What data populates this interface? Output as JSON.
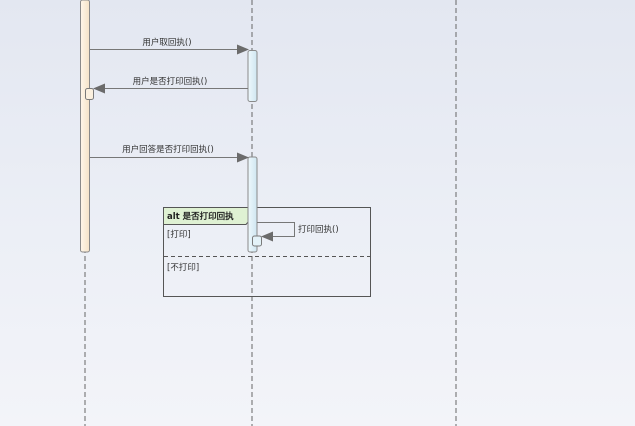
{
  "messages": {
    "m1": "用户取回执()",
    "m2": "用户是否打印回执()",
    "m3": "用户回答是否打印回执()",
    "m4": "打印回执()"
  },
  "alt_frame": {
    "title": "alt 是否打印回执",
    "guard_print": "[打印]",
    "guard_no_print": "[不打印]"
  },
  "colors": {
    "activation_user": "#fbeedd",
    "activation_system": "#dceef7",
    "frame_title_bg": "#dff1d3"
  }
}
